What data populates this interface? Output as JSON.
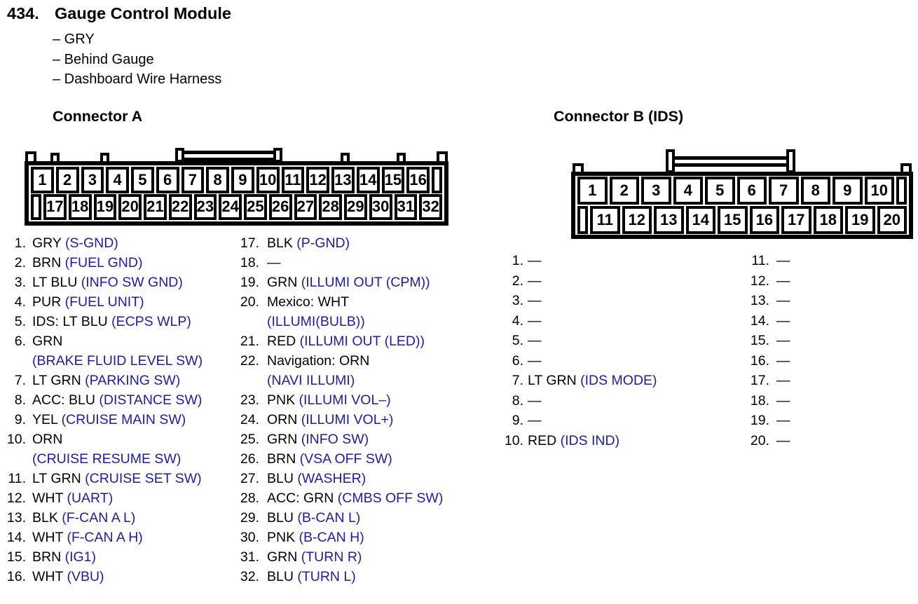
{
  "page": {
    "item_number": "434.",
    "title": "Gauge Control Module",
    "bullets": [
      "– GRY",
      "– Behind Gauge",
      "– Dashboard Wire Harness"
    ]
  },
  "colors": {
    "signal_blue": "#1b1bb4",
    "diagram_black": "#000000"
  },
  "connector_a": {
    "heading": "Connector A",
    "top_pins": [
      "1",
      "2",
      "3",
      "4",
      "5",
      "6",
      "7",
      "8",
      "9",
      "10",
      "11",
      "12",
      "13",
      "14",
      "15",
      "16"
    ],
    "bottom_pins": [
      "17",
      "18",
      "19",
      "20",
      "21",
      "22",
      "23",
      "24",
      "25",
      "26",
      "27",
      "28",
      "29",
      "30",
      "31",
      "32"
    ],
    "pin_list": [
      {
        "num": "1.",
        "color": "GRY",
        "signal": "(S-GND)"
      },
      {
        "num": "2.",
        "color": "BRN",
        "signal": "(FUEL GND)"
      },
      {
        "num": "3.",
        "color": "LT BLU",
        "signal": "(INFO SW GND)"
      },
      {
        "num": "4.",
        "color": "PUR",
        "signal": "(FUEL UNIT)"
      },
      {
        "num": "5.",
        "color": "IDS: LT BLU",
        "signal": "(ECPS WLP)"
      },
      {
        "num": "6.",
        "color": "GRN",
        "signal": "(BRAKE FLUID LEVEL SW)",
        "wrap": true
      },
      {
        "num": "7.",
        "color": "LT GRN",
        "signal": "(PARKING SW)"
      },
      {
        "num": "8.",
        "color": "ACC: BLU",
        "signal": "(DISTANCE SW)"
      },
      {
        "num": "9.",
        "color": "YEL",
        "signal": "(CRUISE MAIN SW)"
      },
      {
        "num": "10.",
        "color": "ORN",
        "signal": "(CRUISE RESUME SW)",
        "wrap": true
      },
      {
        "num": "11.",
        "color": "LT GRN",
        "signal": "(CRUISE SET SW)"
      },
      {
        "num": "12.",
        "color": "WHT",
        "signal": "(UART)"
      },
      {
        "num": "13.",
        "color": "BLK",
        "signal": "(F-CAN A L)"
      },
      {
        "num": "14.",
        "color": "WHT",
        "signal": "(F-CAN A H)"
      },
      {
        "num": "15.",
        "color": "BRN",
        "signal": "(IG1)"
      },
      {
        "num": "16.",
        "color": "WHT",
        "signal": "(VBU)"
      },
      {
        "num": "17.",
        "color": "BLK",
        "signal": "(P-GND)"
      },
      {
        "num": "18.",
        "color": "—",
        "signal": ""
      },
      {
        "num": "19.",
        "color": "GRN",
        "signal": "(ILLUMI OUT (CPM))"
      },
      {
        "num": "20.",
        "color": "Mexico: WHT",
        "signal": "(ILLUMI(BULB))",
        "wrap": true
      },
      {
        "num": "21.",
        "color": "RED",
        "signal": "(ILLUMI OUT (LED))"
      },
      {
        "num": "22.",
        "color": "Navigation: ORN",
        "signal": "(NAVI ILLUMI)",
        "wrap": true
      },
      {
        "num": "23.",
        "color": "PNK",
        "signal": "(ILLUMI VOL–)"
      },
      {
        "num": "24.",
        "color": "ORN",
        "signal": "(ILLUMI VOL+)"
      },
      {
        "num": "25.",
        "color": "GRN",
        "signal": "(INFO SW)"
      },
      {
        "num": "26.",
        "color": "BRN",
        "signal": "(VSA OFF SW)"
      },
      {
        "num": "27.",
        "color": "BLU",
        "signal": "(WASHER)"
      },
      {
        "num": "28.",
        "color": "ACC: GRN",
        "signal": "(CMBS OFF SW)"
      },
      {
        "num": "29.",
        "color": "BLU",
        "signal": "(B-CAN L)"
      },
      {
        "num": "30.",
        "color": "PNK",
        "signal": "(B-CAN H)"
      },
      {
        "num": "31.",
        "color": "GRN",
        "signal": "(TURN R)"
      },
      {
        "num": "32.",
        "color": "BLU",
        "signal": "(TURN L)"
      }
    ]
  },
  "connector_b": {
    "heading": "Connector B (IDS)",
    "top_pins": [
      "1",
      "2",
      "3",
      "4",
      "5",
      "6",
      "7",
      "8",
      "9",
      "10"
    ],
    "bottom_pins": [
      "11",
      "12",
      "13",
      "14",
      "15",
      "16",
      "17",
      "18",
      "19",
      "20"
    ],
    "pin_list": [
      {
        "num": "1.",
        "color": "—",
        "signal": ""
      },
      {
        "num": "2.",
        "color": "—",
        "signal": ""
      },
      {
        "num": "3.",
        "color": "—",
        "signal": ""
      },
      {
        "num": "4.",
        "color": "—",
        "signal": ""
      },
      {
        "num": "5.",
        "color": "—",
        "signal": ""
      },
      {
        "num": "6.",
        "color": "—",
        "signal": ""
      },
      {
        "num": "7.",
        "color": "LT GRN",
        "signal": "(IDS MODE)"
      },
      {
        "num": "8.",
        "color": "—",
        "signal": ""
      },
      {
        "num": "9.",
        "color": "—",
        "signal": ""
      },
      {
        "num": "10.",
        "color": "RED",
        "signal": "(IDS IND)"
      },
      {
        "num": "11.",
        "color": "—",
        "signal": ""
      },
      {
        "num": "12.",
        "color": "—",
        "signal": ""
      },
      {
        "num": "13.",
        "color": "—",
        "signal": ""
      },
      {
        "num": "14.",
        "color": "—",
        "signal": ""
      },
      {
        "num": "15.",
        "color": "—",
        "signal": ""
      },
      {
        "num": "16.",
        "color": "—",
        "signal": ""
      },
      {
        "num": "17.",
        "color": "—",
        "signal": ""
      },
      {
        "num": "18.",
        "color": "—",
        "signal": ""
      },
      {
        "num": "19.",
        "color": "—",
        "signal": ""
      },
      {
        "num": "20.",
        "color": "—",
        "signal": ""
      }
    ]
  }
}
